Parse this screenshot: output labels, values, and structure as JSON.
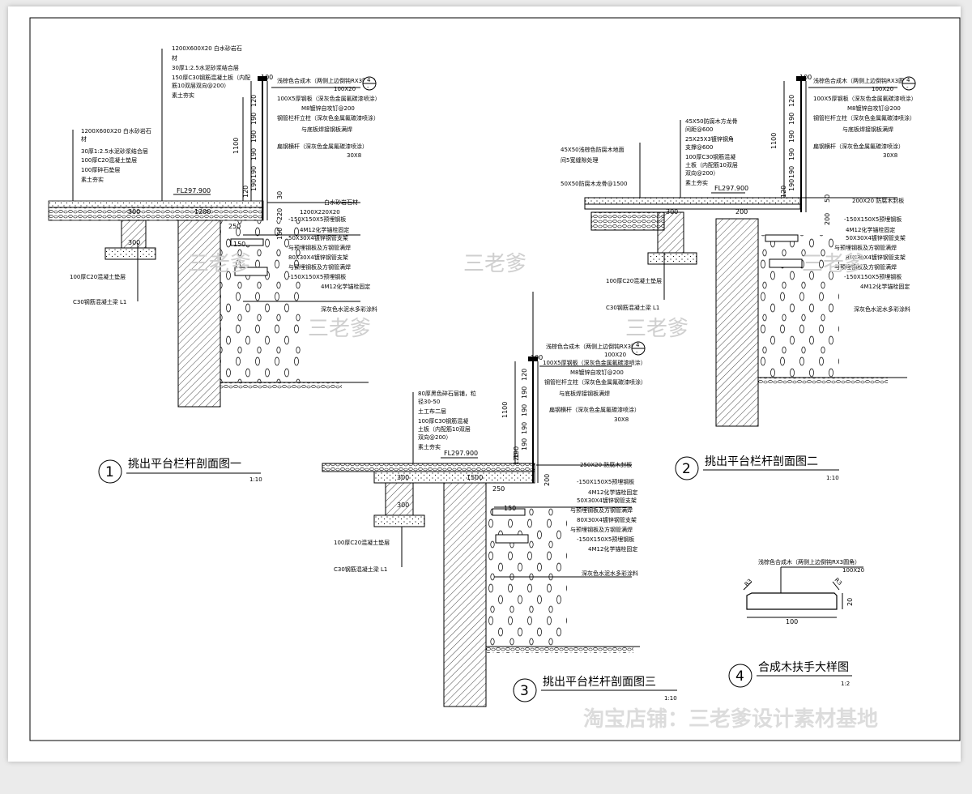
{
  "sections": [
    {
      "id": "1",
      "title": "挑出平台栏杆剖面图一",
      "scale": "1:10",
      "elevation": "FL297.900",
      "top_annotations": [
        "1200X600X20 白水砂岩石",
        "材",
        "30厚1:2.5水泥砂浆结合层",
        "150厚C30钢筋混凝土板（内配",
        "筋10双层双向@200）",
        "素土夯实"
      ],
      "left_annotations": [
        "1200X600X20 白水砂岩石",
        "材",
        "30厚1:2.5水泥砂浆结合层",
        "100厚C20混凝土垫层",
        "100厚碎石垫层",
        "素土夯实"
      ],
      "rail_annotations": [
        "浅棕色合成木（两侧上边倒钝RX3圆角）",
        "100X20",
        "100X5厚钢板（深灰色金属氟碳漆喷涂）",
        "M8镀锌自攻钉@200",
        "钢管栏杆立柱（深灰色金属氟碳漆喷涂）",
        "与底板焊接钢板满焊",
        "扁钢横杆（深灰色金属氟碳漆喷涂）",
        "30X8"
      ],
      "right_annotations": [
        "白水砂岩石材",
        "1200X220X20",
        "-150X150X5预埋钢板",
        "4M12化学锚栓固定",
        "50X30X4镀锌钢管支架",
        "与预埋钢板及方钢管满焊",
        "80X30X4镀锌钢管支架",
        "与预埋钢板及方钢管满焊",
        "-150X150X5预埋钢板",
        "4M12化学锚栓固定",
        "深灰色水泥水多彩涂料"
      ],
      "bottom_annotations": [
        "100厚C20混凝土垫层",
        "C30钢筋混凝土梁 L1"
      ],
      "dims": [
        "100",
        "120",
        "190",
        "190",
        "190",
        "190",
        "190",
        "120",
        "1100",
        "30",
        "220",
        "160",
        "1200",
        "250",
        "300",
        "300",
        "150"
      ]
    },
    {
      "id": "2",
      "title": "挑出平台栏杆剖面图二",
      "scale": "1:10",
      "elevation": "FL297.900",
      "top_annotations": [
        "45X50防腐木方龙骨",
        "间距@600",
        "25X25X3镀锌钢角",
        "支撑@600",
        "100厚C30钢筋混凝",
        "土板（内配筋10双层",
        "双向@200）",
        "素土夯实"
      ],
      "left_annotations": [
        "45X50浅棕色防腐木地面",
        "间5宽缝隙处理",
        "50X50防腐木龙骨@1500"
      ],
      "rail_annotations": [
        "浅棕色合成木（两侧上边倒钝RX3圆角）",
        "100X20",
        "100X5厚钢板（深灰色金属氟碳漆喷涂）",
        "M8镀锌自攻钉@200",
        "钢管栏杆立柱（深灰色金属氟碳漆喷涂）",
        "与底板焊接钢板满焊",
        "扁钢横杆（深灰色金属氟碳漆喷涂）",
        "30X8"
      ],
      "right_annotations": [
        "200X20 防腐木封板",
        "-150X150X5预埋钢板",
        "4M12化学锚栓固定",
        "50X30X4镀锌钢管支架",
        "与预埋钢板及方钢管满焊",
        "80X30X4镀锌钢管支架",
        "与预埋钢板及方钢管满焊",
        "-150X150X5预埋钢板",
        "4M12化学锚栓固定",
        "深灰色水泥水多彩涂料"
      ],
      "bottom_annotations": [
        "100厚C20混凝土垫层",
        "C30钢筋混凝土梁 L1"
      ],
      "dims": [
        "100",
        "120",
        "190",
        "190",
        "190",
        "190",
        "190",
        "120",
        "1100",
        "50",
        "200",
        "200",
        "300"
      ]
    },
    {
      "id": "3",
      "title": "挑出平台栏杆剖面图三",
      "scale": "1:10",
      "elevation": "FL297.900",
      "top_annotations": [
        "80厚黑色碎石层铺，粒",
        "径30-50",
        "土工布二层",
        "100厚C30钢筋混凝",
        "土板（内配筋10双层",
        "双向@200）",
        "素土夯实"
      ],
      "rail_annotations": [
        "浅棕色合成木（两侧上边倒钝RX3圆角）",
        "100X20",
        "100X5厚钢板（深灰色金属氟碳漆喷涂）",
        "M8镀锌自攻钉@200",
        "钢管栏杆立柱（深灰色金属氟碳漆喷涂）",
        "与底板焊接钢板满焊",
        "扁钢横杆（深灰色金属氟碳漆喷涂）",
        "30X8"
      ],
      "right_annotations": [
        "250X20 防腐木封板",
        "-150X150X5预埋钢板",
        "4M12化学锚栓固定",
        "50X30X4镀锌钢管支架",
        "与预埋钢板及方钢管满焊",
        "80X30X4镀锌钢管支架",
        "与预埋钢板及方钢管满焊",
        "-150X150X5预埋钢板",
        "4M12化学锚栓固定",
        "深灰色水泥水多彩涂料"
      ],
      "bottom_annotations": [
        "100厚C20混凝土垫层",
        "C30钢筋混凝土梁 L1"
      ],
      "dims": [
        "100",
        "120",
        "190",
        "190",
        "190",
        "190",
        "190",
        "120",
        "1100",
        "200",
        "1500",
        "250",
        "300",
        "300",
        "150"
      ]
    },
    {
      "id": "4",
      "title": "合成木扶手大样图",
      "scale": "1:2",
      "annotations": [
        "浅棕色合成木（两侧上边倒钝RX3圆角）",
        "100X20"
      ],
      "labels": [
        "R3",
        "R3"
      ],
      "dims": [
        "100",
        "20"
      ]
    }
  ],
  "callout_ref": "4",
  "callout_sub": "-",
  "watermark": "三老爹",
  "shop_watermark": "淘宝店铺：三老爹设计素材基地"
}
